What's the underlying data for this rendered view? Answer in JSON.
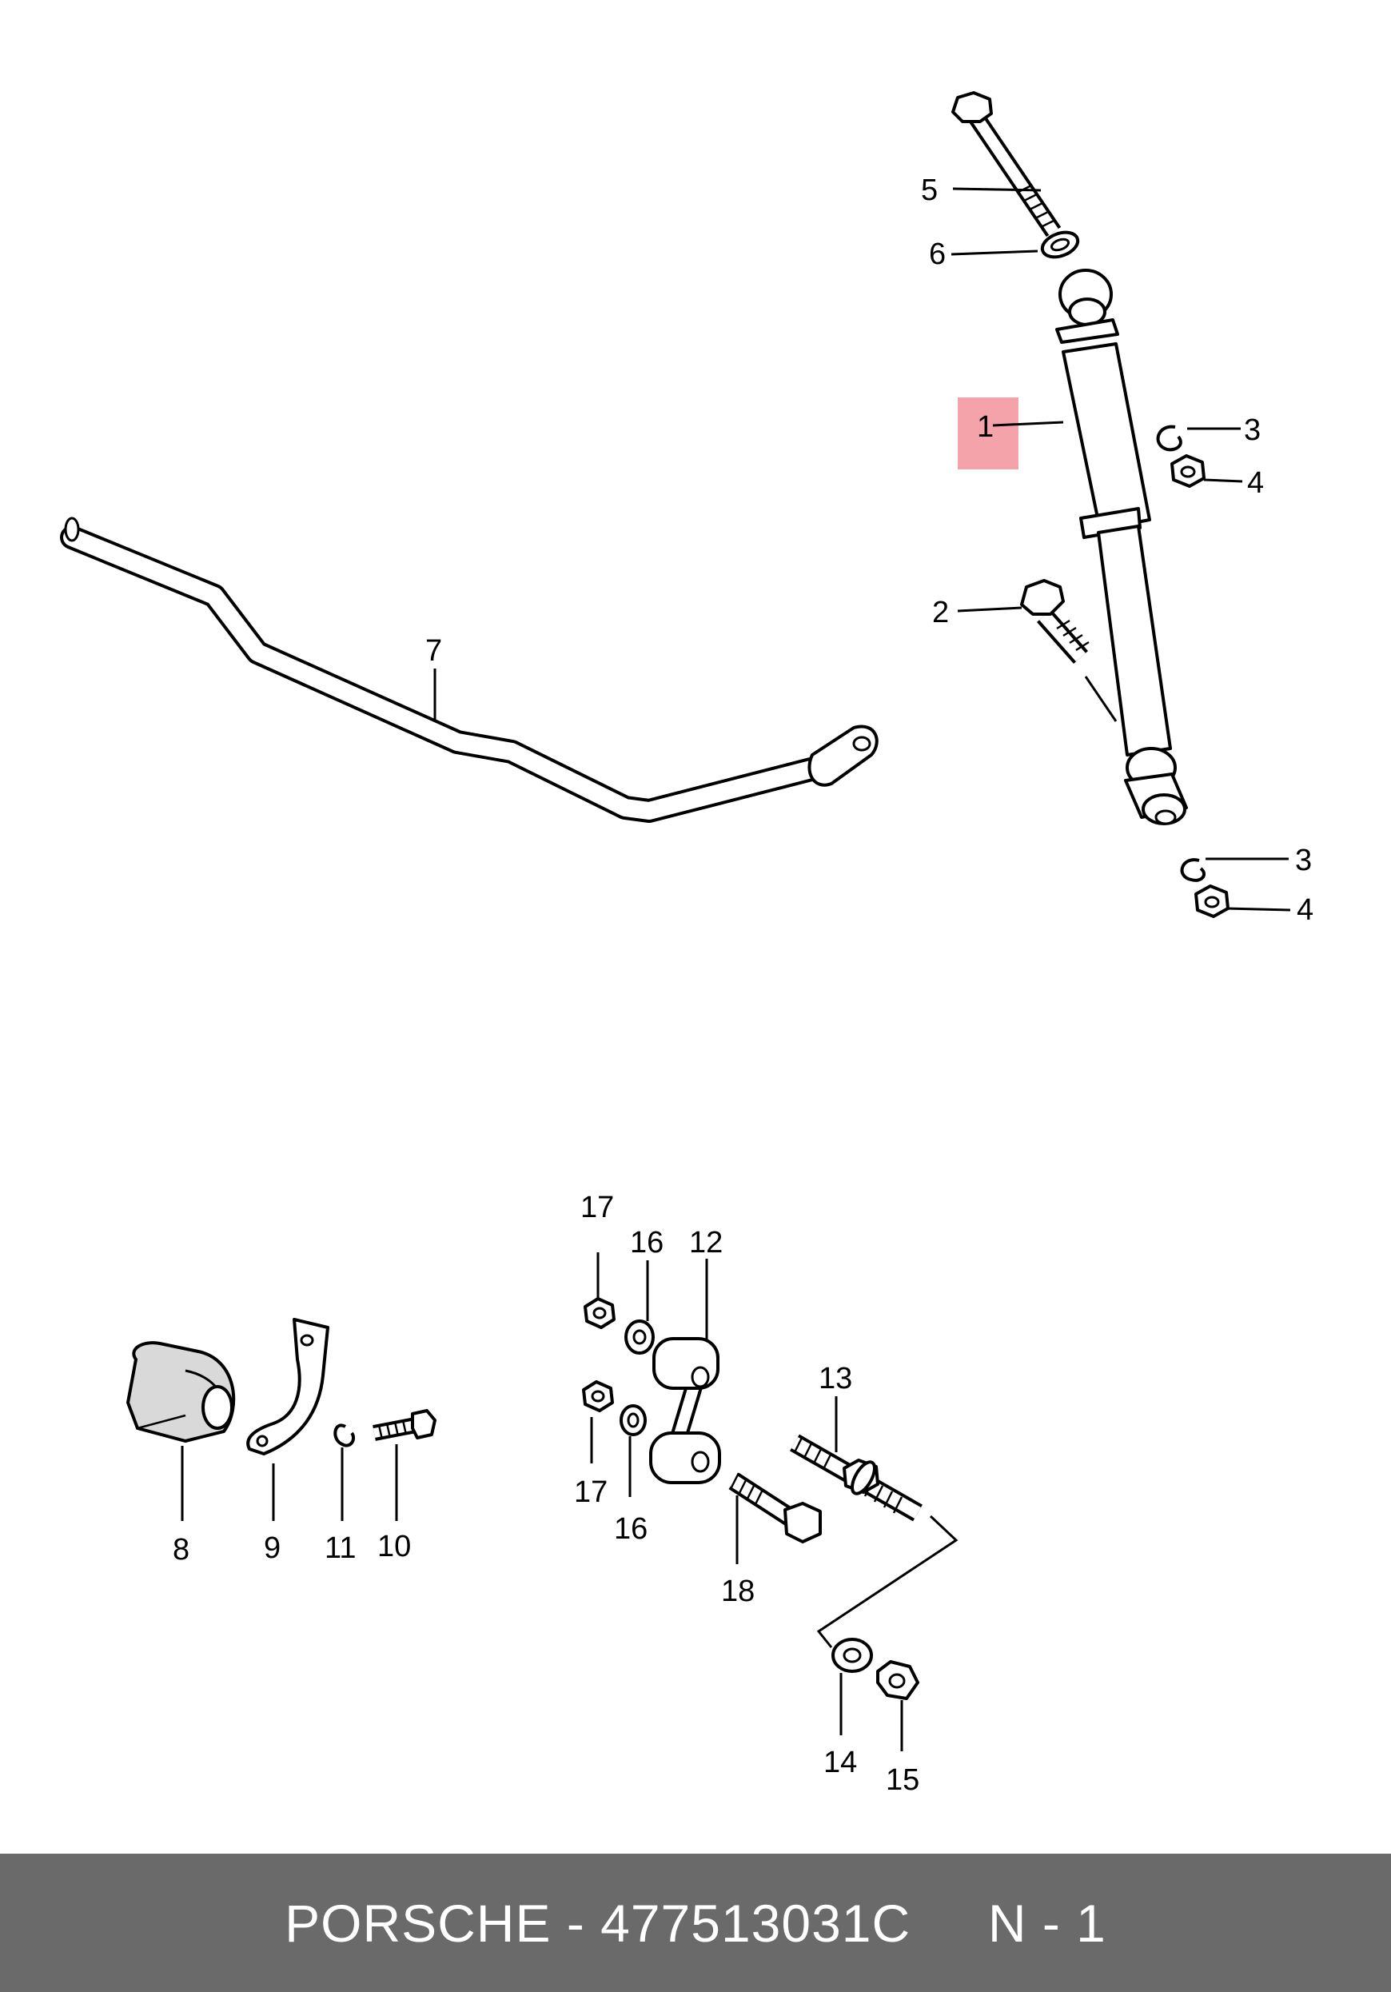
{
  "colors": {
    "footer_bg": "#6a6a6a",
    "footer_text": "#ffffff",
    "highlight": "#f4a3aa",
    "line": "#000000",
    "background": "#ffffff"
  },
  "callouts": {
    "c1": "1",
    "c2": "2",
    "c3a": "3",
    "c3b": "3",
    "c4a": "4",
    "c4b": "4",
    "c5": "5",
    "c6": "6",
    "c7": "7",
    "c8": "8",
    "c9": "9",
    "c10": "10",
    "c11": "11",
    "c12": "12",
    "c13": "13",
    "c14": "14",
    "c15": "15",
    "c16a": "16",
    "c16b": "16",
    "c17a": "17",
    "c17b": "17",
    "c18": "18"
  },
  "highlighted_item": "1",
  "footer": {
    "brand": "PORSCHE",
    "separator": " - ",
    "part_number": "477513031C",
    "page_label": "N - 1"
  }
}
